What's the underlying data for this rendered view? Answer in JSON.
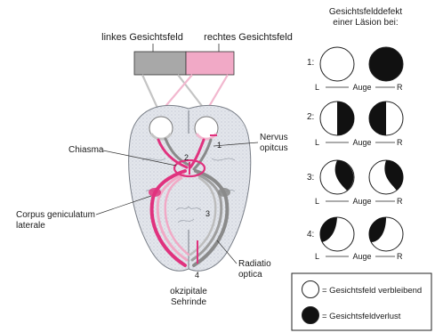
{
  "visual_field": {
    "left_label": "linkes Gesichtsfeld",
    "right_label": "rechtes Gesichtsfeld",
    "left_color": "#a8a8a8",
    "right_color": "#f1a9c6"
  },
  "brain_labels": {
    "chiasma": "Chiasma",
    "nervus_opticus_1": "Nervus",
    "nervus_opticus_2": "opitcus",
    "corpus_1": "Corpus geniculatum",
    "corpus_2": "laterale",
    "radiatio_1": "Radiatio",
    "radiatio_2": "optica",
    "cortex_1": "okzipitale",
    "cortex_2": "Sehrinde",
    "num_1": "1",
    "num_2": "2",
    "num_3": "3",
    "num_4": "4"
  },
  "defects_panel": {
    "title_1": "Gesichtsfelddefekt",
    "title_2": "einer Läsion bei:",
    "rows": [
      {
        "num": "1:",
        "left": "L",
        "eye": "Auge",
        "right": "R"
      },
      {
        "num": "2:",
        "left": "L",
        "eye": "Auge",
        "right": "R"
      },
      {
        "num": "3:",
        "left": "L",
        "eye": "Auge",
        "right": "R"
      },
      {
        "num": "4:",
        "left": "L",
        "eye": "Auge",
        "right": "R"
      }
    ]
  },
  "legend": {
    "remaining": "= Gesichtsfeld verbleibend",
    "loss": "= Gesichtsfeldverlust"
  },
  "colors": {
    "pink": "#e0327e",
    "light_pink": "#f1a9c6",
    "gray_path": "#8a8a8a",
    "light_gray_path": "#bdbdbd",
    "brain_fill": "#d7dbe3"
  }
}
